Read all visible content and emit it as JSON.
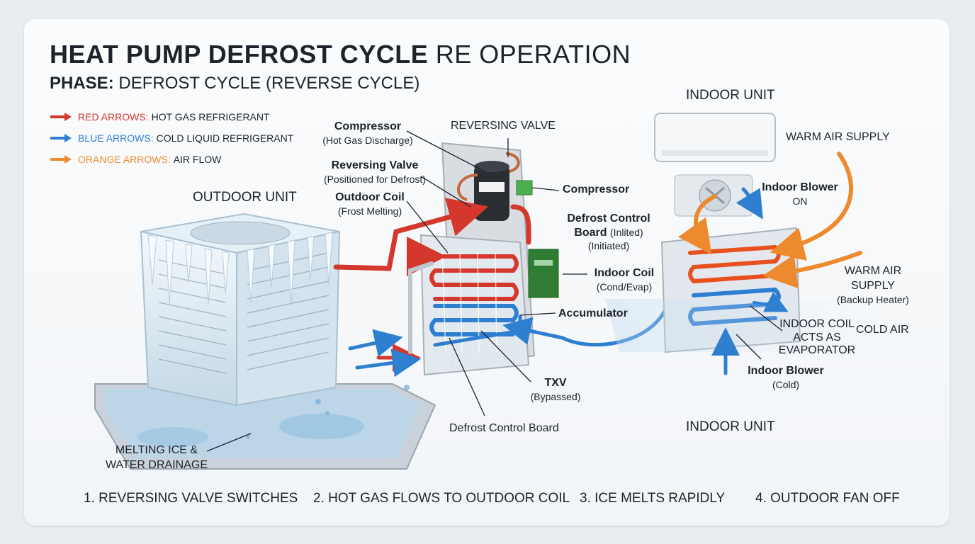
{
  "title": {
    "bold": "HEAT PUMP DEFROST CYCLE",
    "rest": "RE  OPERATION"
  },
  "phase": {
    "label": "PHASE:",
    "value": "DEFROST CYCLE (REVERSE CYCLE)"
  },
  "legend": [
    {
      "key": "RED ARROWS:",
      "text": "HOT GAS REFRIGERANT",
      "color": "#d4372c"
    },
    {
      "key": "BLUE ARROWS:",
      "text": "COLD LIQUID REFRIGERANT",
      "color": "#2f7fd1"
    },
    {
      "key": "ORANGE ARROWS:",
      "text": "AIR FLOW",
      "color": "#ee8a2e"
    }
  ],
  "outdoor_unit_title": "OUTDOOR UNIT",
  "reversing_valve_top": "REVERSING VALVE",
  "indoor_unit_title_top": "INDOOR UNIT",
  "indoor_unit_title_bottom": "INDOOR UNIT",
  "labels": {
    "compressor_title": "Compressor",
    "compressor_sub": "(Hot Gas Discharge)",
    "reversing_title": "Reversing Valve",
    "reversing_sub": "(Positioned for Defrost)",
    "outdoor_coil_title": "Outdoor Coil",
    "outdoor_coil_sub": "(Frost Melting)",
    "compressor_right": "Compressor",
    "defrost_board_line1": "Defrost Control",
    "defrost_board_line2a": "Board",
    "defrost_board_line2b": "(Inlited)",
    "defrost_board_line3": "(Initiated)",
    "indoor_coil_title": "Indoor Coil",
    "indoor_coil_sub": "(Cond/Evap)",
    "accumulator": "Accumulator",
    "txv_title": "TXV",
    "txv_sub": "(Bypassed)",
    "defrost_board_bottom": "Defrost Control Board",
    "melting_line1": "MELTING ICE &",
    "melting_line2": "WATER DRAINAGE",
    "warm_air_supply_top": "WARM AIR SUPPLY",
    "indoor_blower_title": "Indoor Blower",
    "indoor_blower_on": "ON",
    "warm_air_line1": "WARM AIR",
    "warm_air_line2": "SUPPLY",
    "warm_air_sub": "(Backup Heater)",
    "indoor_coil_evap_1": "INDOOR COIL",
    "indoor_coil_evap_2": "ACTS AS",
    "indoor_coil_evap_3": "EVAPORATOR",
    "cold_air": "COLD AIR",
    "indoor_blower_bottom": "Indoor Blower",
    "indoor_blower_cold": "(Cold)"
  },
  "steps": [
    "1. REVERSING VALVE SWITCHES",
    "2. HOT GAS FLOWS TO OUTDOOR COIL",
    "3. ICE MELTS RAPIDLY",
    "4. OUTDOOR FAN OFF"
  ],
  "colors": {
    "hot": "#d4372c",
    "cold": "#2f7fd1",
    "air": "#ee8a2e",
    "ice": "#dbe9f3"
  }
}
